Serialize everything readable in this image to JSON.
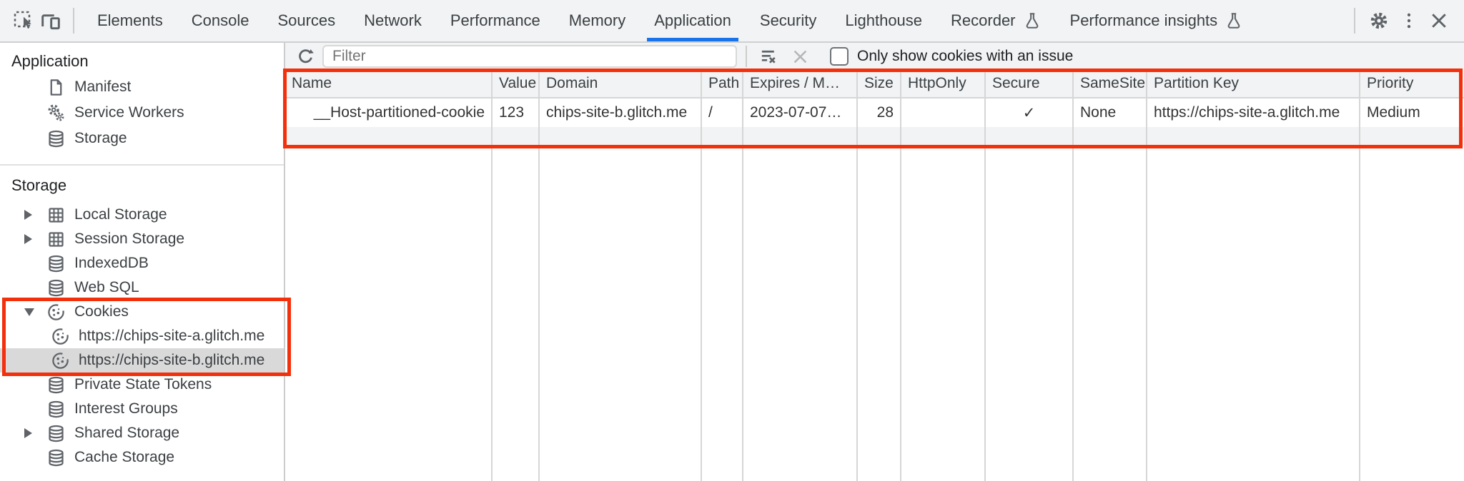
{
  "tabbar": {
    "tabs": [
      {
        "label": "Elements"
      },
      {
        "label": "Console"
      },
      {
        "label": "Sources"
      },
      {
        "label": "Network"
      },
      {
        "label": "Performance"
      },
      {
        "label": "Memory"
      },
      {
        "label": "Application",
        "active": true
      },
      {
        "label": "Security"
      },
      {
        "label": "Lighthouse"
      },
      {
        "label": "Recorder",
        "flask": true
      },
      {
        "label": "Performance insights",
        "flask": true
      }
    ],
    "left_icons": [
      "inspect-icon",
      "toggle-device-toolbar-icon"
    ],
    "right_icons": [
      "settings-gear-icon",
      "more-kebab-icon",
      "close-icon"
    ]
  },
  "sidebar": {
    "sections": [
      {
        "title": "Application",
        "items": [
          {
            "label": "Manifest",
            "icon": "document-icon"
          },
          {
            "label": "Service Workers",
            "icon": "gears-icon"
          },
          {
            "label": "Storage",
            "icon": "database-icon"
          }
        ]
      },
      {
        "title": "Storage",
        "items": [
          {
            "label": "Local Storage",
            "icon": "table-icon",
            "arrow": "collapsed"
          },
          {
            "label": "Session Storage",
            "icon": "table-icon",
            "arrow": "collapsed"
          },
          {
            "label": "IndexedDB",
            "icon": "database-icon"
          },
          {
            "label": "Web SQL",
            "icon": "database-icon"
          },
          {
            "label": "Cookies",
            "icon": "cookie-icon",
            "arrow": "expanded"
          },
          {
            "label": "https://chips-site-a.glitch.me",
            "icon": "cookie-icon",
            "child": true
          },
          {
            "label": "https://chips-site-b.glitch.me",
            "icon": "cookie-icon",
            "child": true,
            "selected": true
          },
          {
            "label": "Private State Tokens",
            "icon": "database-icon"
          },
          {
            "label": "Interest Groups",
            "icon": "database-icon"
          },
          {
            "label": "Shared Storage",
            "icon": "database-icon",
            "arrow": "collapsed"
          },
          {
            "label": "Cache Storage",
            "icon": "database-icon"
          }
        ]
      }
    ]
  },
  "toolbar": {
    "filter_placeholder": "Filter",
    "only_issue_label": "Only show cookies with an issue",
    "icons": [
      "refresh-icon",
      "clear-filter-icon",
      "delete-icon",
      "checkbox"
    ]
  },
  "cookies_table": {
    "columns": [
      "Name",
      "Value",
      "Domain",
      "Path",
      "Expires / M…",
      "Size",
      "HttpOnly",
      "Secure",
      "SameSite",
      "Partition Key",
      "Priority"
    ],
    "row": {
      "name": "__Host-partitioned-cookie",
      "value": "123",
      "domain": "chips-site-b.glitch.me",
      "path": "/",
      "expires": "2023-07-07…",
      "size": "28",
      "http_only": "",
      "secure": "✓",
      "same_site": "None",
      "partition_key": "https://chips-site-a.glitch.me",
      "priority": "Medium"
    }
  },
  "colors": {
    "accent": "#1a73e8",
    "annotation_red": "#f4300c",
    "toolbar_bg": "#f1f3f4",
    "selection_gray": "#d9d9d9",
    "grid_line": "#d6d6d6",
    "text": "#3c4043"
  }
}
